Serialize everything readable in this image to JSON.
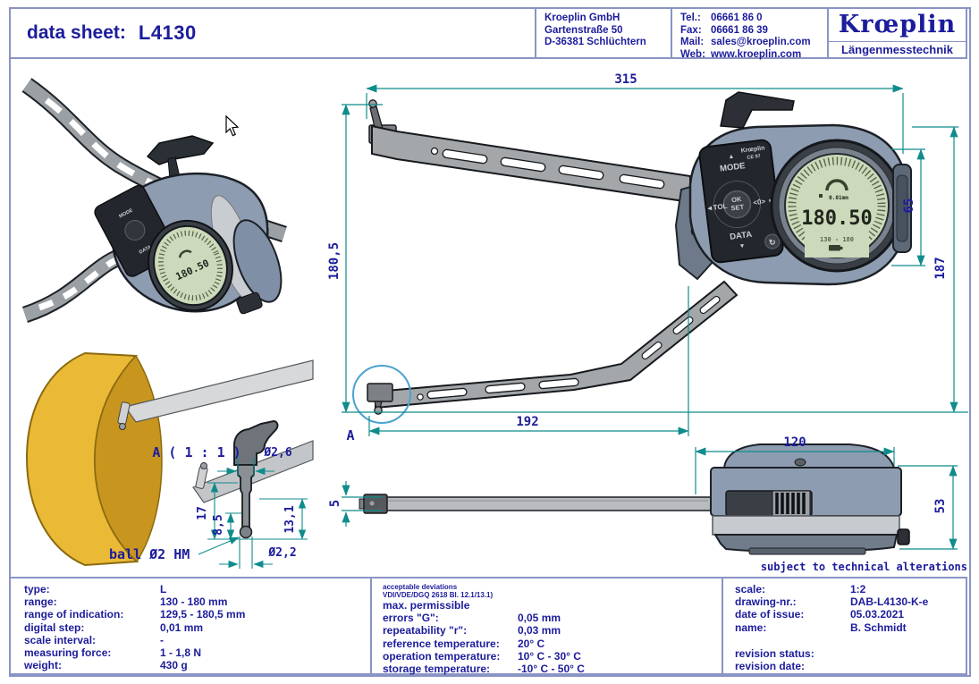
{
  "header": {
    "title_label": "data sheet:",
    "title_value": "L4130",
    "company": {
      "line1": "Kroeplin GmbH",
      "line2": "Gartenstraße 50",
      "line3": "D-36381 Schlüchtern"
    },
    "contact": {
      "rows": [
        {
          "label": "Tel.:",
          "value": "06661 86 0"
        },
        {
          "label": "Fax:",
          "value": "06661 86 39"
        },
        {
          "label": "Mail:",
          "value": "sales@kroeplin.com"
        },
        {
          "label": "Web:",
          "value": "www.kroeplin.com"
        }
      ]
    },
    "logo": {
      "brand": "Krœplin",
      "subtitle": "Längenmesstechnik"
    }
  },
  "drawing": {
    "front_view": {
      "dim_width": "315",
      "dim_height_left": "180,5",
      "dim_display": "65",
      "dim_height_right": "187",
      "dim_arm": "192",
      "detail_marker": "A"
    },
    "side_view": {
      "dim_body_width": "120",
      "dim_body_height": "53",
      "dim_arm_thickness": "5"
    },
    "detail_view": {
      "title": "A ( 1 : 1 )",
      "dim_top_dia": "Ø2,6",
      "dim_total_height": "17",
      "dim_stem_height": "8,5",
      "dim_right_height": "13,1",
      "dim_bottom_dia": "Ø2,2",
      "ball_label": "ball Ø2 HM"
    },
    "gauge": {
      "brand": "Krœplin",
      "mark": "CE 97",
      "keypad": {
        "up": "▲",
        "mode": "MODE",
        "tol": "◄TOL",
        "ok": "OK",
        "set": "SET",
        "zero": "<0>",
        "right_arrow": "►",
        "data": "DATA",
        "down": "▼",
        "reset": "↻"
      },
      "display": {
        "value": "180.50",
        "range": "130 - 180",
        "resolution": "0.01mm"
      }
    },
    "note": "subject to technical alterations"
  },
  "table": {
    "left": {
      "rows": [
        {
          "label": "type:",
          "value": "L"
        },
        {
          "label": "range:",
          "value": "130 - 180 mm"
        },
        {
          "label": "range of indication:",
          "value": "129,5 - 180,5 mm"
        },
        {
          "label": "digital step:",
          "value": "0,01 mm"
        },
        {
          "label": "scale interval:",
          "value": "-"
        },
        {
          "label": "measuring force:",
          "value": "1 - 1,8 N"
        },
        {
          "label": "weight:",
          "value": "430 g"
        }
      ]
    },
    "middle": {
      "heading1": "acceptable deviations",
      "heading2": "VDI/VDE/DGQ 2618 Bl. 12.1/13.1)",
      "rows": [
        {
          "label": "max. permissible",
          "value": ""
        },
        {
          "label": "errors \"G\":",
          "value": "0,05 mm"
        },
        {
          "label": "repeatability \"r\":",
          "value": "0,03 mm"
        },
        {
          "label": "reference temperature:",
          "value": "20° C"
        },
        {
          "label": "operation temperature:",
          "value": "10° C - 30° C"
        },
        {
          "label": "storage temperature:",
          "value": "-10° C - 50° C"
        }
      ]
    },
    "right": {
      "rows": [
        {
          "label": "scale:",
          "value": "1:2"
        },
        {
          "label": "drawing-nr.:",
          "value": "DAB-L4130-K-e"
        },
        {
          "label": "date of issue:",
          "value": "05.03.2021"
        },
        {
          "label": "name:",
          "value": "B. Schmidt"
        }
      ],
      "revision_rows": [
        {
          "label": "revision status:",
          "value": ""
        },
        {
          "label": "revision date:",
          "value": ""
        }
      ]
    }
  },
  "colors": {
    "navy": "#1c1c9c",
    "teal": "#0f8b8b",
    "metal": "#a3a7a9",
    "body": "#8d9cb0",
    "lcd": "#ccd9ba",
    "yellow": "#eab935",
    "border": "#8a94c4"
  }
}
